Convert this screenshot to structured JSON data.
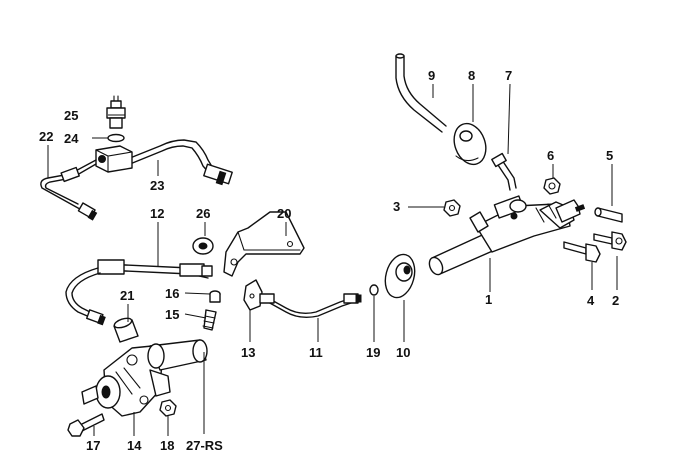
{
  "labels": {
    "p1": "1",
    "p2": "2",
    "p3": "3",
    "p4": "4",
    "p5": "5",
    "p6": "6",
    "p7": "7",
    "p8": "8",
    "p9": "9",
    "p10": "10",
    "p11": "11",
    "p12": "12",
    "p13": "13",
    "p14": "14",
    "p15": "15",
    "p16": "16",
    "p17": "17",
    "p18": "18",
    "p19": "19",
    "p20": "20",
    "p21": "21",
    "p22": "22",
    "p23": "23",
    "p24": "24",
    "p25": "25",
    "p26": "26",
    "p27": "27-RS"
  },
  "colors": {
    "ink": "#111111",
    "background": "#ffffff"
  }
}
